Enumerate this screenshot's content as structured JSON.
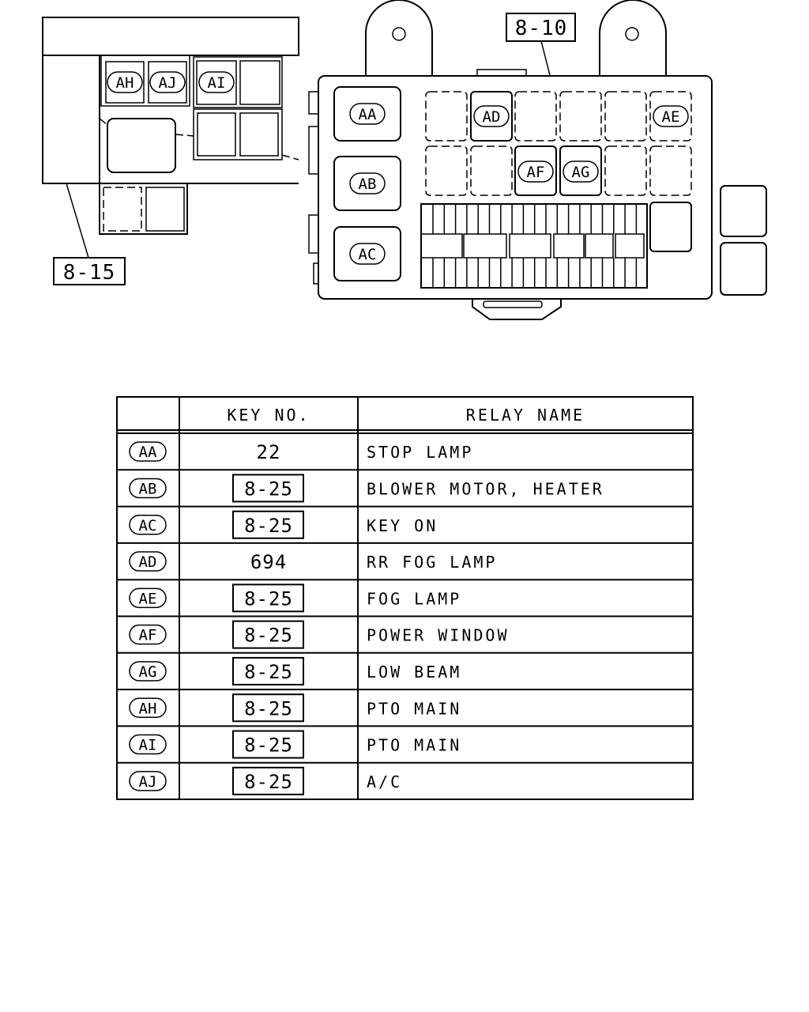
{
  "callouts": {
    "left": "8-15",
    "right": "8-10"
  },
  "diagram_labels": {
    "AA": "AA",
    "AB": "AB",
    "AC": "AC",
    "AD": "AD",
    "AE": "AE",
    "AF": "AF",
    "AG": "AG",
    "AH": "AH",
    "AI": "AI",
    "AJ": "AJ"
  },
  "table": {
    "headers": {
      "code": "",
      "key": "KEY NO.",
      "name": "RELAY NAME"
    },
    "rows": [
      {
        "code": "AA",
        "key": "22",
        "key_boxed": false,
        "name": "STOP LAMP"
      },
      {
        "code": "AB",
        "key": "8-25",
        "key_boxed": true,
        "name": "BLOWER MOTOR, HEATER"
      },
      {
        "code": "AC",
        "key": "8-25",
        "key_boxed": true,
        "name": "KEY ON"
      },
      {
        "code": "AD",
        "key": "694",
        "key_boxed": false,
        "name": "RR FOG LAMP"
      },
      {
        "code": "AE",
        "key": "8-25",
        "key_boxed": true,
        "name": "FOG LAMP"
      },
      {
        "code": "AF",
        "key": "8-25",
        "key_boxed": true,
        "name": "POWER WINDOW"
      },
      {
        "code": "AG",
        "key": "8-25",
        "key_boxed": true,
        "name": "LOW BEAM"
      },
      {
        "code": "AH",
        "key": "8-25",
        "key_boxed": true,
        "name": "PTO MAIN"
      },
      {
        "code": "AI",
        "key": "8-25",
        "key_boxed": true,
        "name": "PTO MAIN"
      },
      {
        "code": "AJ",
        "key": "8-25",
        "key_boxed": true,
        "name": "A/C"
      }
    ]
  }
}
